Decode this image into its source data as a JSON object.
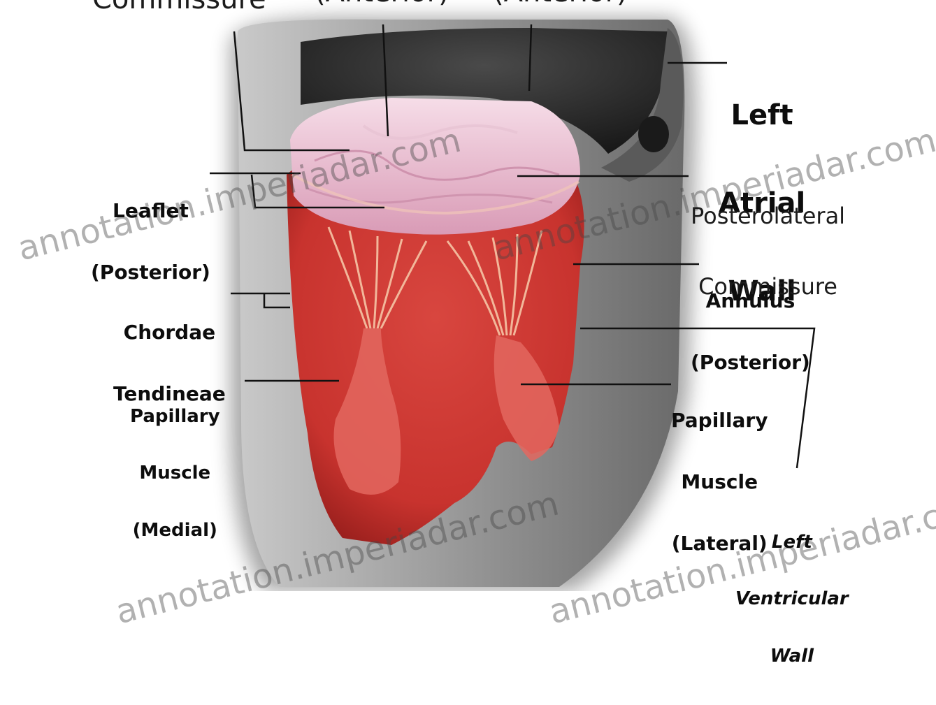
{
  "labels": {
    "commissure_top": "Commissure",
    "top_partial_1": "(Anterior)",
    "top_partial_2": "(Anterior)",
    "left_atrial_wall": [
      "Left",
      "Atrial",
      "Wall"
    ],
    "leaflet_posterior": [
      "Leaflet",
      "(Posterior)"
    ],
    "posterolateral_commissure": [
      "Posterolateral",
      "Commissure"
    ],
    "annulus_posterior": [
      "Annulus",
      "(Posterior)"
    ],
    "chordae_tendineae": [
      "Chordae",
      "Tendineae"
    ],
    "papillary_muscle_medial": [
      "Papillary",
      "Muscle",
      "(Medial)"
    ],
    "papillary_muscle_lateral": [
      "Papillary",
      "Muscle",
      "(Lateral)"
    ],
    "left_ventricular_wall": [
      "Left",
      "Ventricular",
      "Wall"
    ]
  },
  "watermark": {
    "text_1": "annotation.imperiadar.com",
    "text_2": "annotation.imperiadar.com",
    "text_3": "annotation.imperiadar.com",
    "text_4": "annotation.imperiadar.com"
  },
  "colors": {
    "muscle": "#c8332e",
    "muscle_dark": "#9e1e1c",
    "leaflet": "#e8b8cc",
    "tendon": "#f2b79a",
    "wall_gray": "#9a9a9a",
    "atrium_dark": "#2a2a2a",
    "label": "#0d0d0d"
  }
}
